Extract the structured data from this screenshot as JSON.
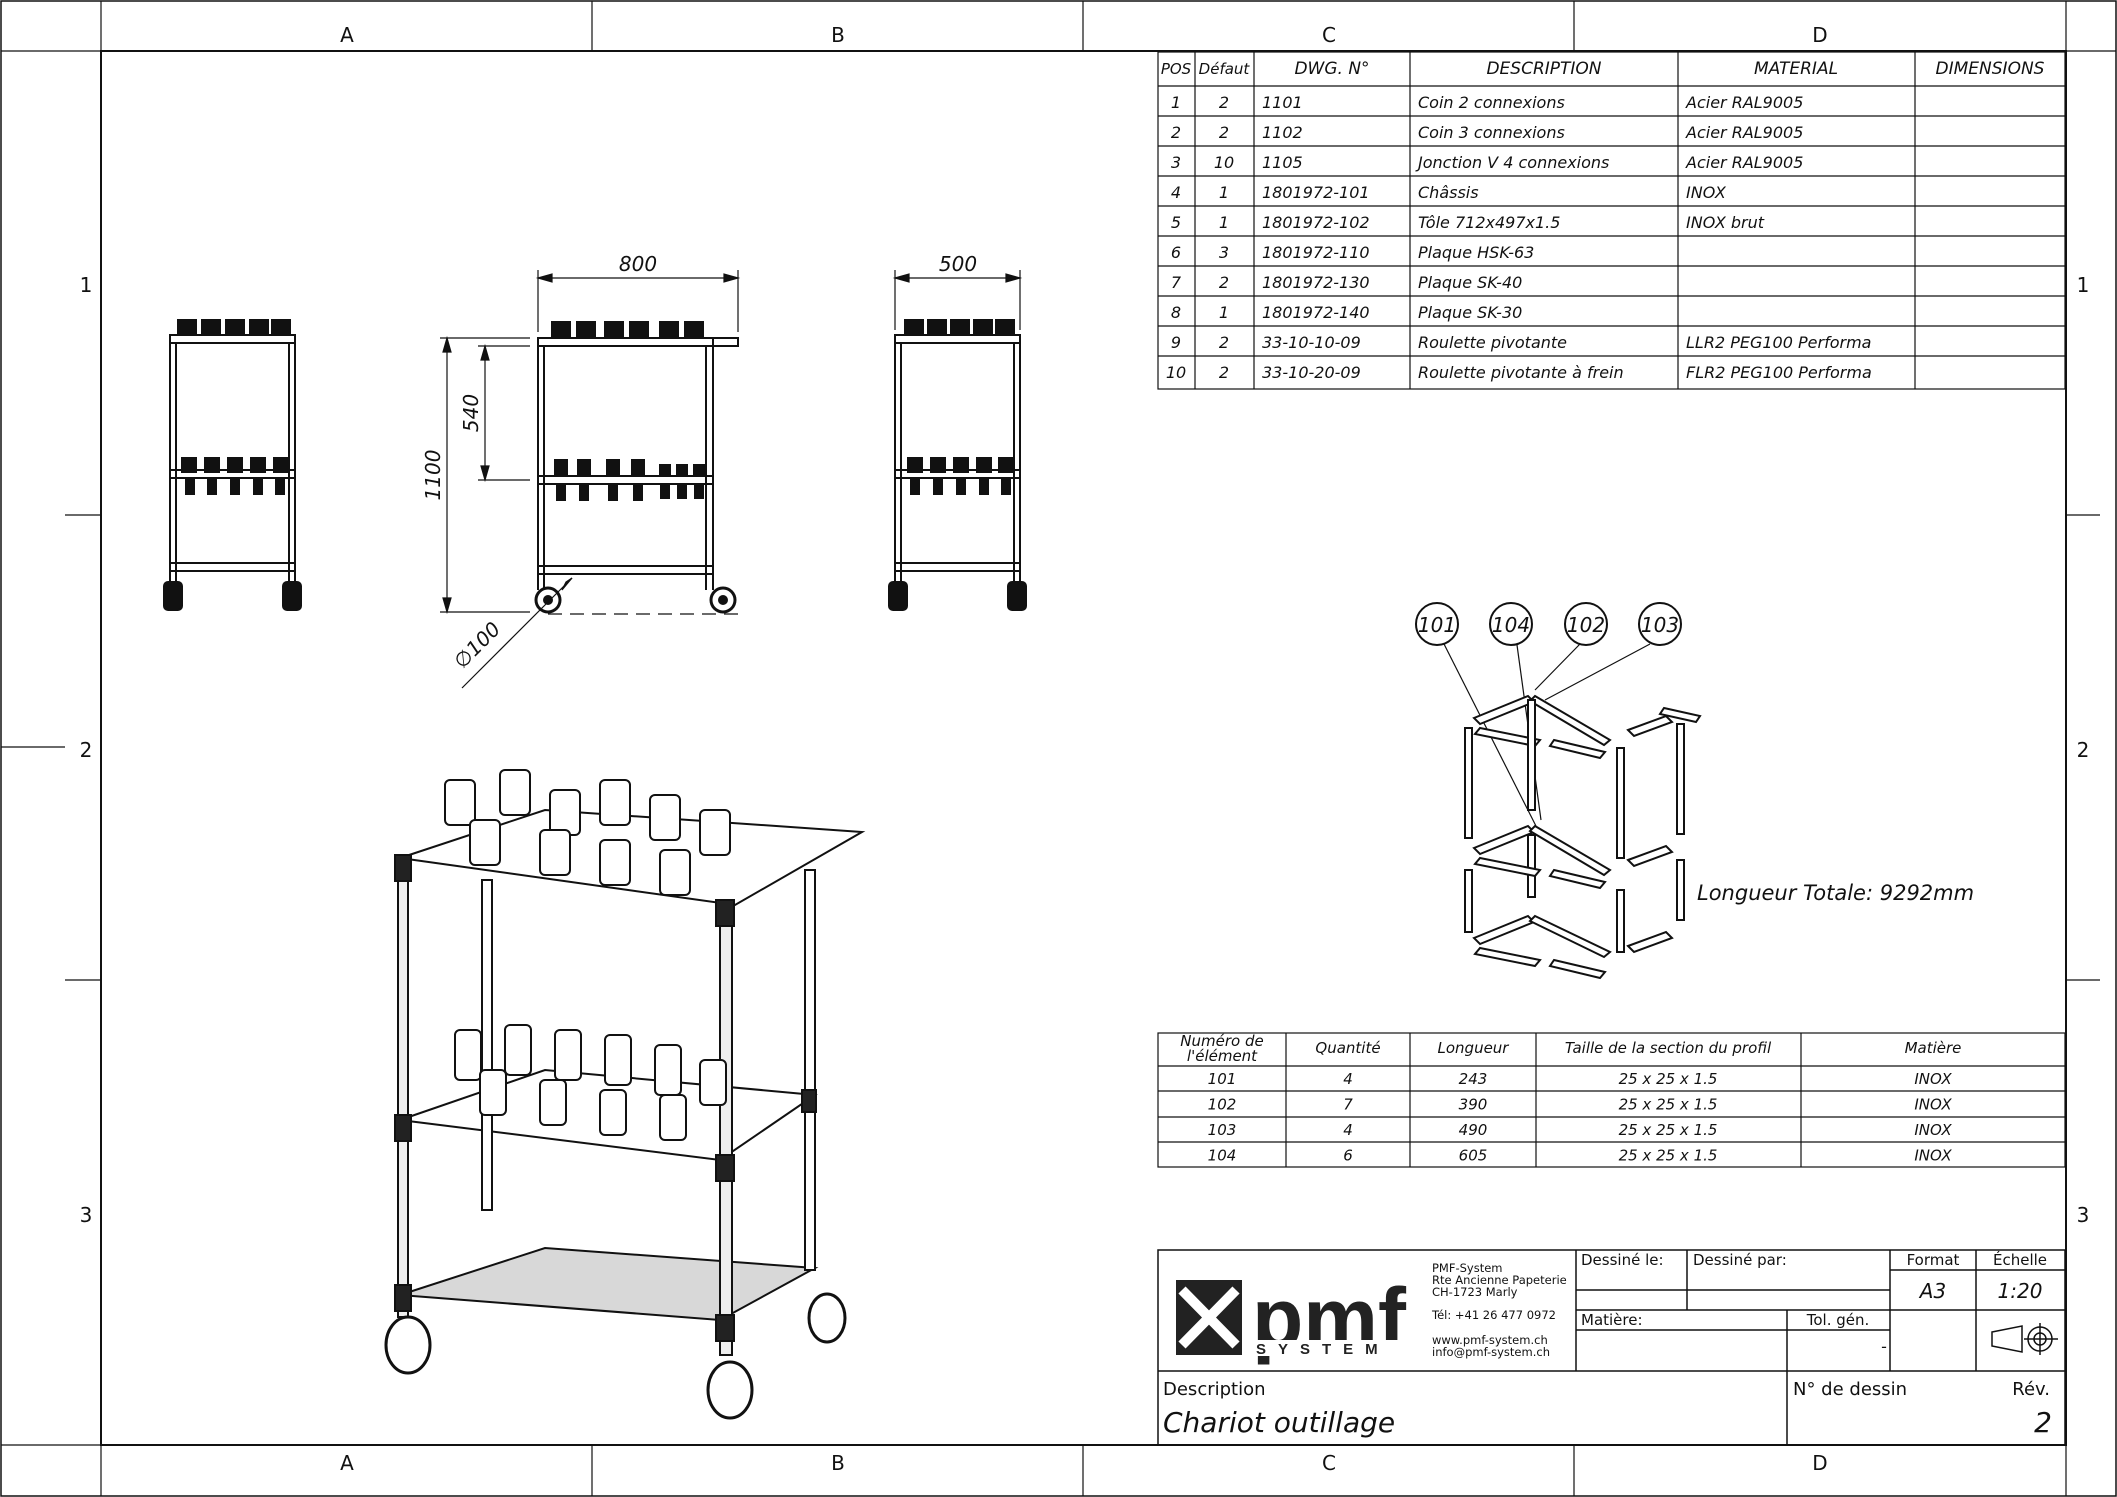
{
  "zones": {
    "columns": [
      "A",
      "B",
      "C",
      "D"
    ],
    "rows": [
      "1",
      "2",
      "3"
    ]
  },
  "dimensions": {
    "width_front": "800",
    "width_side": "500",
    "height_total": "1100",
    "height_shelf": "540",
    "wheel_dia": "∅100"
  },
  "bom": {
    "headers": [
      "POS",
      "Défaut",
      "DWG. N°",
      "DESCRIPTION",
      "MATERIAL",
      "DIMENSIONS"
    ],
    "rows": [
      [
        "1",
        "2",
        "1101",
        "Coin 2 connexions",
        "Acier RAL9005",
        ""
      ],
      [
        "2",
        "2",
        "1102",
        "Coin 3 connexions",
        "Acier RAL9005",
        ""
      ],
      [
        "3",
        "10",
        "1105",
        "Jonction V 4 connexions",
        "Acier RAL9005",
        ""
      ],
      [
        "4",
        "1",
        "1801972-101",
        "Châssis",
        "INOX",
        ""
      ],
      [
        "5",
        "1",
        "1801972-102",
        "Tôle 712x497x1.5",
        "INOX brut",
        ""
      ],
      [
        "6",
        "3",
        "1801972-110",
        "Plaque HSK-63",
        "",
        ""
      ],
      [
        "7",
        "2",
        "1801972-130",
        "Plaque SK-40",
        "",
        ""
      ],
      [
        "8",
        "1",
        "1801972-140",
        "Plaque SK-30",
        "",
        ""
      ],
      [
        "9",
        "2",
        "33-10-10-09",
        "Roulette pivotante",
        "LLR2 PEG100 Performa",
        ""
      ],
      [
        "10",
        "2",
        "33-10-20-09",
        "Roulette pivotante à frein",
        "FLR2 PEG100 Performa",
        ""
      ]
    ]
  },
  "balloons": [
    "101",
    "104",
    "102",
    "103"
  ],
  "total_length": "Longueur Totale: 9292mm",
  "profile_table": {
    "headers": [
      "Numéro de l'élément",
      "Quantité",
      "Longueur",
      "Taille  de la section du profil",
      "Matière"
    ],
    "header_line1": "Numéro de",
    "header_line2": "l'élément",
    "rows": [
      [
        "101",
        "4",
        "243",
        "25 x 25 x 1.5",
        "INOX"
      ],
      [
        "102",
        "7",
        "390",
        "25 x 25 x 1.5",
        "INOX"
      ],
      [
        "103",
        "4",
        "490",
        "25 x 25 x 1.5",
        "INOX"
      ],
      [
        "104",
        "6",
        "605",
        "25 x 25 x 1.5",
        "INOX"
      ]
    ]
  },
  "title_block": {
    "logo_main": "pmf",
    "logo_sub": "SYSTEM",
    "company": [
      "PMF-System",
      "Rte Ancienne Papeterie",
      "CH-1723 Marly"
    ],
    "tel": "Tél:  +41 26 477 0972",
    "web": "www.pmf-system.ch",
    "email": "info@pmf-system.ch",
    "drawn_on_label": "Dessiné le:",
    "drawn_by_label": "Dessiné par:",
    "format_label": "Format",
    "format_value": "A3",
    "scale_label": "Échelle",
    "scale_value": "1:20",
    "material_label": "Matière:",
    "tol_label": "Tol. gén.",
    "tol_value": "-",
    "description_label": "Description",
    "description_value": "Chariot outillage",
    "drawing_no_label": "N° de dessin",
    "rev_label": "Rév.",
    "rev_value": "2"
  },
  "colors": {
    "line": "#111111",
    "frame_gray": "#8a8a8a",
    "shelf_fill": "#d8d8d8"
  }
}
